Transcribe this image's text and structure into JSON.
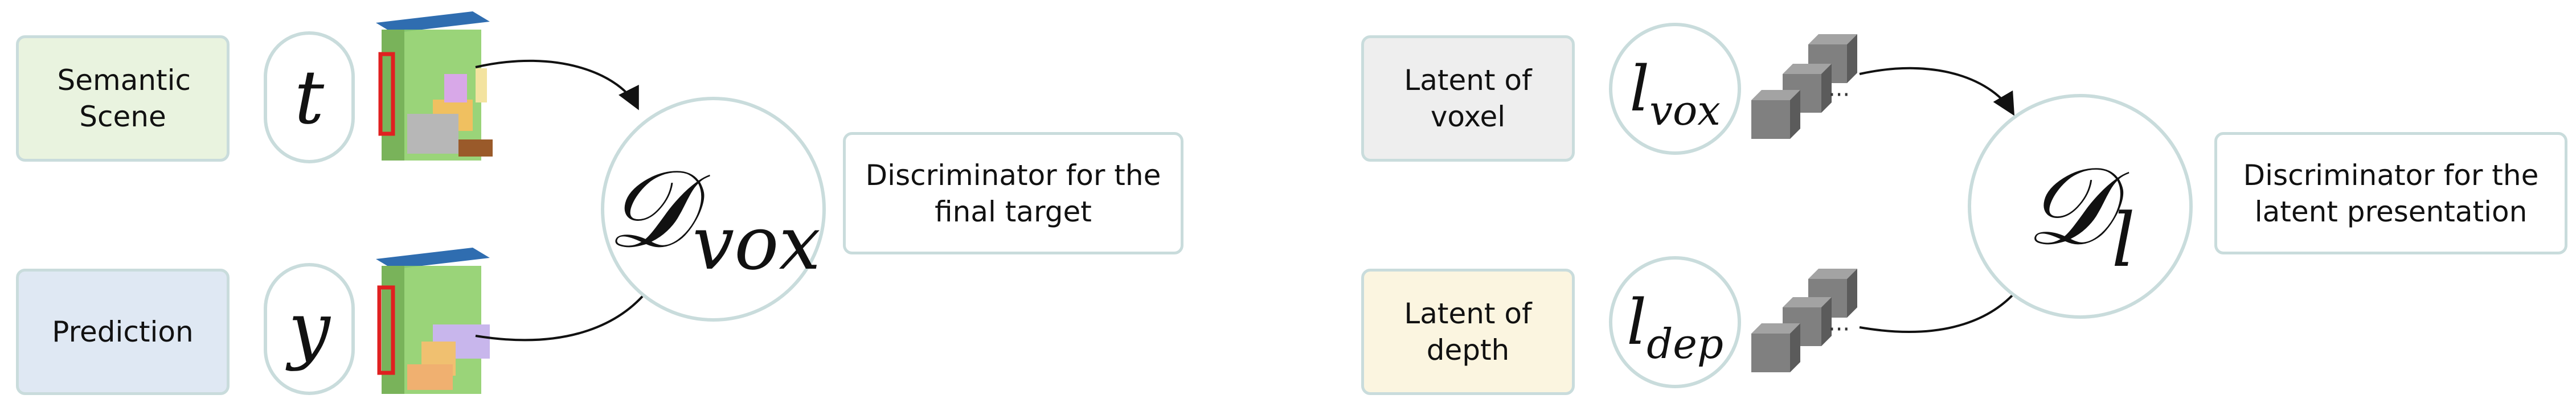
{
  "left_panel": {
    "semantic_box": "Semantic Scene",
    "prediction_box": "Prediction",
    "symbol_t": "t",
    "symbol_y": "y",
    "discriminator_main": "𝒟",
    "discriminator_sub": "vox",
    "description": "Discriminator for the final target"
  },
  "right_panel": {
    "latent_voxel_box": "Latent of voxel",
    "latent_depth_box": "Latent of depth",
    "symbol_l_vox_main": "l",
    "symbol_l_vox_sub": "vox",
    "symbol_l_dep_main": "l",
    "symbol_l_dep_sub": "dep",
    "discriminator_main": "𝒟",
    "discriminator_sub": "l",
    "description": "Discriminator for the latent presentation"
  },
  "colors": {
    "semantic_fill": "#e9f3df",
    "prediction_fill": "#dfe8f3",
    "voxel_fill": "#eeeeee",
    "depth_fill": "#fbf5e0",
    "border": "#c9dcdc",
    "cube": "#7d7d7d"
  },
  "icons": [
    "scene-voxel-thumbnail",
    "latent-cubes-icon"
  ]
}
